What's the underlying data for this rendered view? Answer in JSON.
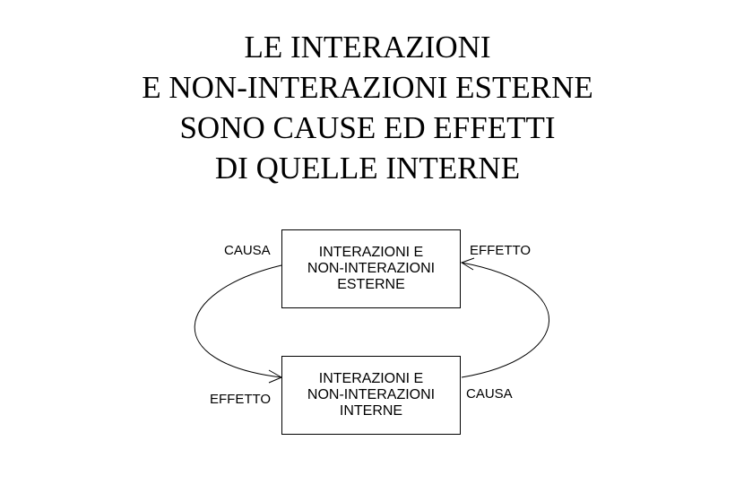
{
  "title": {
    "lines": [
      "LE INTERAZIONI",
      "E NON-INTERAZIONI ESTERNE",
      "SONO CAUSE ED EFFETTI",
      "DI QUELLE INTERNE"
    ]
  },
  "diagram": {
    "top_box": {
      "lines": [
        "INTERAZIONI E",
        "NON-INTERAZIONI",
        "ESTERNE"
      ]
    },
    "bottom_box": {
      "lines": [
        "INTERAZIONI E",
        "NON-INTERAZIONI",
        "INTERNE"
      ]
    },
    "labels": {
      "top_left": "CAUSA",
      "top_right": "EFFETTO",
      "bottom_left": "EFFETTO",
      "bottom_right": "CAUSA"
    }
  }
}
